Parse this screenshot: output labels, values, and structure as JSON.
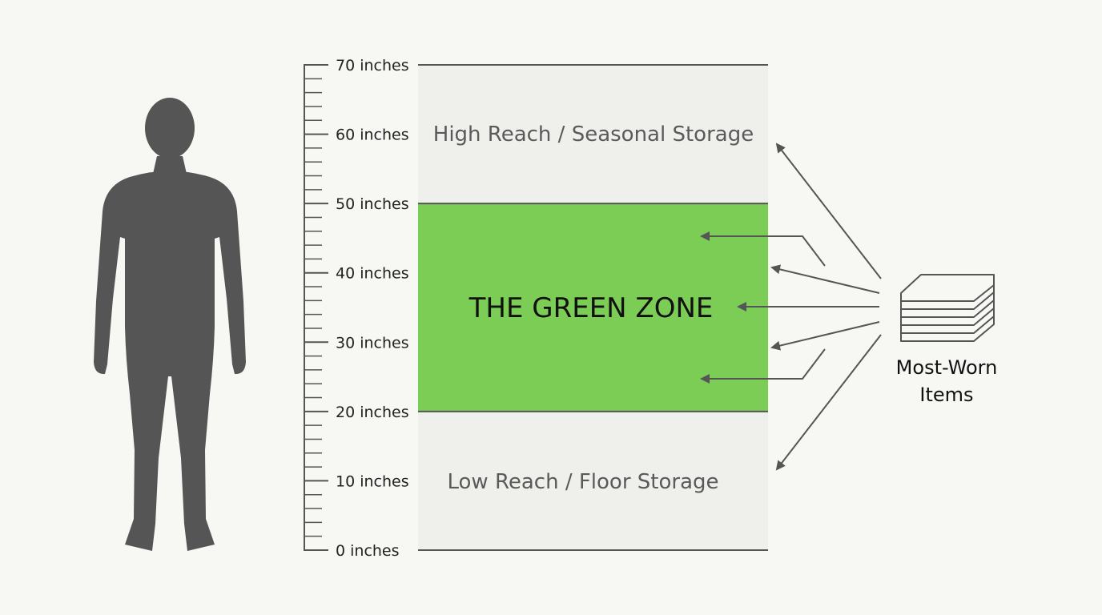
{
  "scale": {
    "min": 0,
    "max": 70,
    "unit": "inches",
    "major_ticks": [
      {
        "value": 70,
        "label": "70 inches"
      },
      {
        "value": 60,
        "label": "60 inches"
      },
      {
        "value": 50,
        "label": "50 inches"
      },
      {
        "value": 40,
        "label": "40 inches"
      },
      {
        "value": 30,
        "label": "30 inches"
      },
      {
        "value": 20,
        "label": "20 inches"
      },
      {
        "value": 10,
        "label": "10 inches"
      },
      {
        "value": 0,
        "label": "0 inches"
      }
    ],
    "minor_step": 2
  },
  "zones": [
    {
      "id": "high",
      "from": 50,
      "to": 70,
      "label": "High Reach / Seasonal Storage",
      "color": "#efefec"
    },
    {
      "id": "green",
      "from": 20,
      "to": 50,
      "label": "THE GREEN ZONE",
      "color": "#7ccd55"
    },
    {
      "id": "low",
      "from": 0,
      "to": 20,
      "label": "Low Reach / Floor Storage",
      "color": "#efefec"
    }
  ],
  "items": {
    "label_line1": "Most-Worn",
    "label_line2": "Items",
    "icon": "folded-clothes-stack-icon"
  },
  "colors": {
    "silhouette": "#555555",
    "line": "#555555",
    "background": "#f7f7f4"
  }
}
